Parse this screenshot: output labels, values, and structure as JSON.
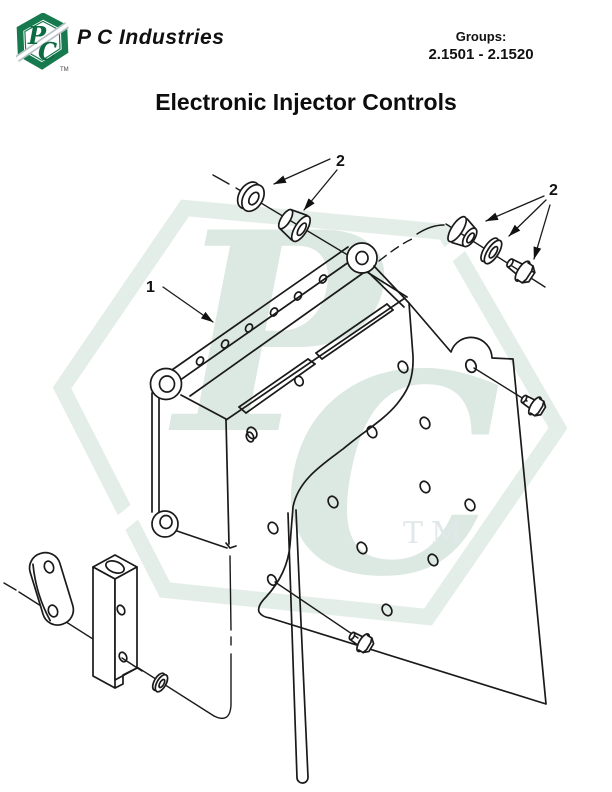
{
  "header": {
    "brand": "P C Industries",
    "groups_label": "Groups:",
    "groups_value": "2.1501 - 2.1520",
    "logo": {
      "letter_p": "P",
      "letter_c": "C",
      "trademark": "TM"
    }
  },
  "title": "Electronic Injector Controls",
  "watermark": {
    "letter_p": "P",
    "letter_c": "C",
    "trademark": "TM"
  },
  "diagram": {
    "callouts": [
      {
        "label": "1",
        "part": "ecm-module-assembly"
      },
      {
        "label": "2",
        "part": "mounting-hardware-upper-left"
      },
      {
        "label": "2",
        "part": "mounting-hardware-upper-right"
      }
    ]
  },
  "colors": {
    "brand_green": "#177a4e",
    "logo_letter_green": "#0d6b43",
    "stripe_gray": "#b9c0c6",
    "line": "#1a1a1a",
    "watermark_fill": "#dce8e2",
    "watermark_outline": "#e4eee8",
    "watermark_tm": "#e1e8ea"
  }
}
